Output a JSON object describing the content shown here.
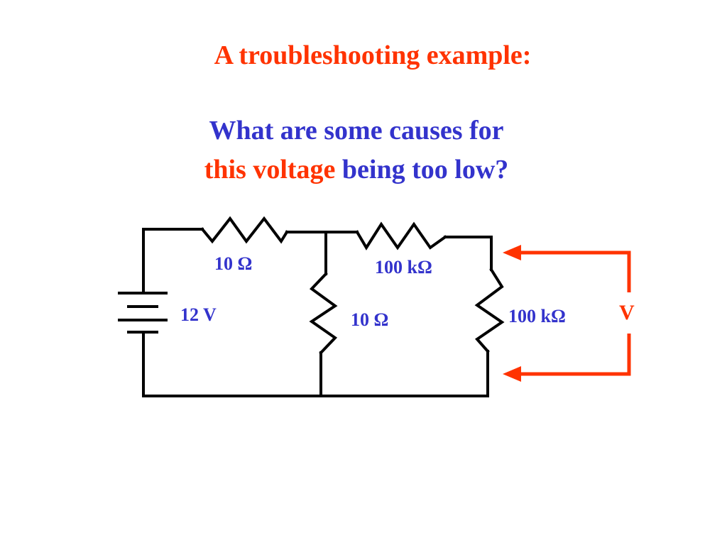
{
  "slide": {
    "title": "A troubleshooting example:",
    "question_line1": "What are some causes for",
    "question_line2_highlight": "this voltage",
    "question_line2_rest": " being too low?"
  },
  "circuit": {
    "source_label": "12 V",
    "r_series_left_label": "10 Ω",
    "r_series_right_label": "100 kΩ",
    "r_shunt_middle_label": "10 Ω",
    "r_shunt_right_label": "100 kΩ",
    "meter_label": "V"
  },
  "colors": {
    "title": "#ff3300",
    "question": "#3333cc",
    "highlight": "#ff3300",
    "component_labels": "#3333cc",
    "probe": "#ff3300",
    "wires": "#000000"
  }
}
